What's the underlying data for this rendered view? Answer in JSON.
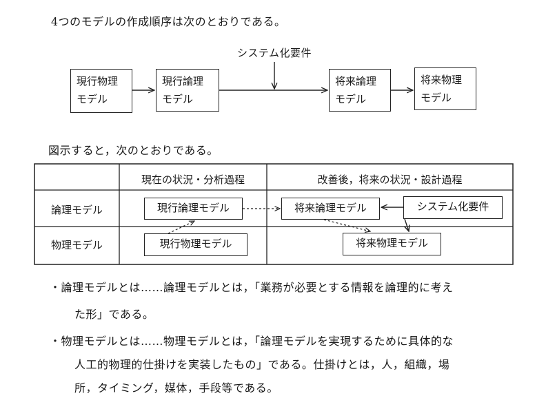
{
  "intro": "4つのモデルの作成順序は次のとおりである。",
  "flow": {
    "requirement_label": "システム化要件",
    "boxes": [
      {
        "line1": "現行物理",
        "line2": "モデル"
      },
      {
        "line1": "現行論理",
        "line2": "モデル"
      },
      {
        "line1": "将来論理",
        "line2": "モデル"
      },
      {
        "line1": "将来物理",
        "line2": "モデル"
      }
    ]
  },
  "diagram_intro": "図示すると，次のとおりである。",
  "table": {
    "header_current": "現在の状況・分析過程",
    "header_future": "改善後，将来の状況・設計過程",
    "row_logical": "論理モデル",
    "row_physical": "物理モデル",
    "box_current_logical": "現行論理モデル",
    "box_current_physical": "現行物理モデル",
    "box_future_logical": "将来論理モデル",
    "box_future_physical": "将来物理モデル",
    "box_requirement": "システム化要件"
  },
  "bullets": [
    {
      "line1": "・論理モデルとは……論理モデルとは，「業務が必要とする情報を論理的に考え",
      "line2": "た形」である。"
    },
    {
      "line1": "・物理モデルとは……物理モデルとは，「論理モデルを実現するために具体的な",
      "line2": "人工的物理的仕掛けを実装したもの」である。仕掛けとは，人，組織，場",
      "line3": "所，タイミング，媒体，手段等である。"
    }
  ]
}
